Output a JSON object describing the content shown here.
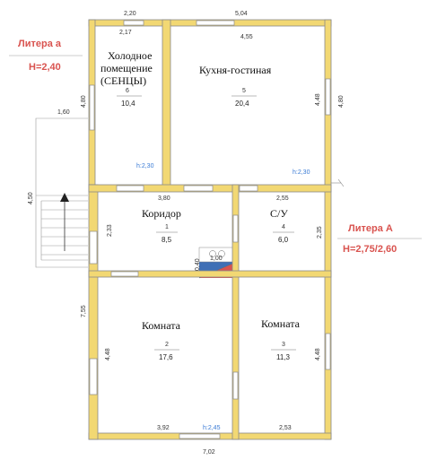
{
  "colors": {
    "wall": "#f2d873",
    "litera": "#d9534f",
    "height_label": "#3a7bd5"
  },
  "litera_small": {
    "name": "Литера а",
    "height": "H=2,40"
  },
  "litera_big": {
    "name": "Литера А",
    "height": "H=2,75/2,60"
  },
  "rooms": {
    "senci": {
      "name_line1": "Холодное",
      "name_line2": "помещение",
      "name_line3": "(СЕНЦЫ)",
      "number": "6",
      "area": "10,4"
    },
    "kitchen": {
      "name": "Кухня-гостиная",
      "number": "5",
      "area": "20,4"
    },
    "corridor": {
      "name": "Коридор",
      "number": "1",
      "area": "8,5"
    },
    "bath": {
      "name": "С/У",
      "number": "4",
      "area": "6,0"
    },
    "room2": {
      "name": "Комната",
      "number": "2",
      "area": "17,6"
    },
    "room3": {
      "name": "Комната",
      "number": "3",
      "area": "11,3"
    }
  },
  "heights": {
    "h_senci": "h:2,30",
    "h_kitchen": "h:2,30",
    "h_rooms": "h:2,45"
  },
  "dimensions": {
    "top_left": "2,20",
    "top_right": "5,04",
    "senci_inner": "2,17",
    "kitchen_inner": "4,55",
    "senci_side": "4,80",
    "kitchen_side": "4,48",
    "right_outer": "4,80",
    "porch_top": "1,60",
    "porch_side": "4,50",
    "corridor_top": "3,80",
    "bath_top": "2,55",
    "corridor_side": "2,33",
    "bath_side": "2,35",
    "boiler_h": "0,40",
    "boiler_w": "1,00",
    "left_outer": "7,55",
    "room2_side": "4,48",
    "room3_side": "4,48",
    "room2_bottom": "3,92",
    "room3_bottom": "2,53",
    "bottom_outer": "7,02"
  }
}
